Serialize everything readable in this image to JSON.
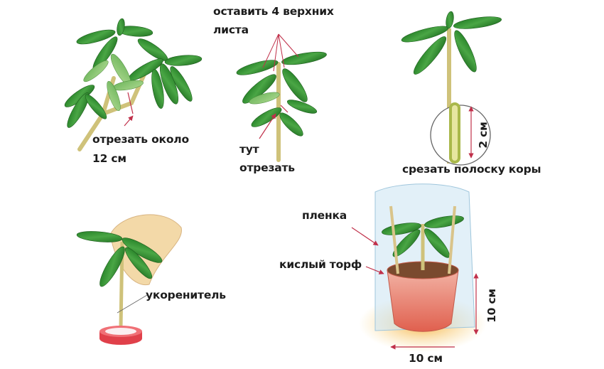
{
  "steps": [
    {
      "id": 1,
      "labels": [
        "отрезать около",
        "12 см"
      ]
    },
    {
      "id": 2,
      "labels": [
        "оставить 4 верхних",
        "листа",
        "тут",
        "отрезать"
      ]
    },
    {
      "id": 3,
      "labels": [
        "2 см",
        "срезать полоску коры"
      ]
    },
    {
      "id": 4,
      "labels": [
        "укоренитель"
      ]
    },
    {
      "id": 5,
      "labels": [
        "пленка",
        "кислый торф",
        "10 см",
        "10 см"
      ]
    }
  ],
  "colors": {
    "leaf_dark": "#2e8a2e",
    "leaf_light": "#7fc06a",
    "stem": "#cfc27a",
    "arrow": "#c0304a",
    "pot": "#e98a7a",
    "cap": "#e0404a",
    "hand": "#f3d9a8",
    "ground": "#f3b84a",
    "text": "#1c1c1c"
  }
}
